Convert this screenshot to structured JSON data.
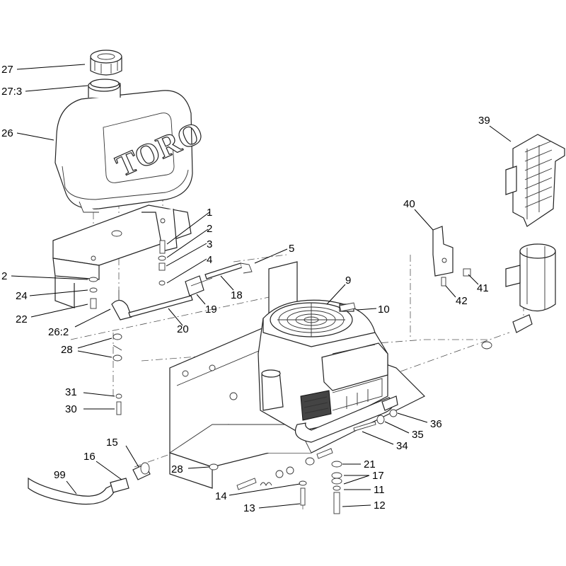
{
  "diagram": {
    "logo_text": "TORO",
    "callouts": [
      {
        "id": "c27",
        "text": "27"
      },
      {
        "id": "c27_3",
        "text": "27:3"
      },
      {
        "id": "c26",
        "text": "26"
      },
      {
        "id": "c1",
        "text": "1"
      },
      {
        "id": "c2a",
        "text": "2"
      },
      {
        "id": "c3",
        "text": "3"
      },
      {
        "id": "c4",
        "text": "4"
      },
      {
        "id": "c5",
        "text": "5"
      },
      {
        "id": "c18",
        "text": "18"
      },
      {
        "id": "c19",
        "text": "19"
      },
      {
        "id": "c20",
        "text": "20"
      },
      {
        "id": "c2b",
        "text": "2"
      },
      {
        "id": "c24",
        "text": "24"
      },
      {
        "id": "c22",
        "text": "22"
      },
      {
        "id": "c26_2",
        "text": "26:2"
      },
      {
        "id": "c28a",
        "text": "28"
      },
      {
        "id": "c9",
        "text": "9"
      },
      {
        "id": "c10",
        "text": "10"
      },
      {
        "id": "c40",
        "text": "40"
      },
      {
        "id": "c41",
        "text": "41"
      },
      {
        "id": "c42",
        "text": "42"
      },
      {
        "id": "c39",
        "text": "39"
      },
      {
        "id": "c31",
        "text": "31"
      },
      {
        "id": "c30",
        "text": "30"
      },
      {
        "id": "c15",
        "text": "15"
      },
      {
        "id": "c16",
        "text": "16"
      },
      {
        "id": "c99",
        "text": "99"
      },
      {
        "id": "c28b",
        "text": "28"
      },
      {
        "id": "c36",
        "text": "36"
      },
      {
        "id": "c35",
        "text": "35"
      },
      {
        "id": "c34",
        "text": "34"
      },
      {
        "id": "c21",
        "text": "21"
      },
      {
        "id": "c17",
        "text": "17"
      },
      {
        "id": "c11",
        "text": "11"
      },
      {
        "id": "c12",
        "text": "12"
      },
      {
        "id": "c14",
        "text": "14"
      },
      {
        "id": "c13",
        "text": "13"
      }
    ]
  }
}
